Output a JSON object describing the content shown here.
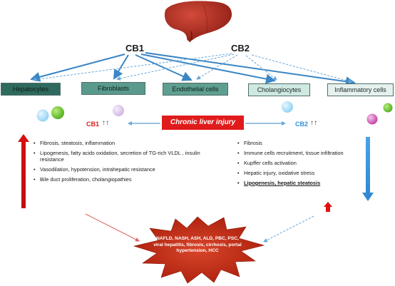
{
  "receptors": {
    "cb1": "CB1",
    "cb2": "CB2"
  },
  "cells": [
    "Hepatocytes",
    "Fibroblasts",
    "Endothelial cells",
    "Cholangiocytes",
    "Inflammatory cells"
  ],
  "injury": {
    "label": "Chronic liver injury",
    "cb1_label": "CB1",
    "cb2_label": "CB2",
    "arrows": "↑↑"
  },
  "cb1_effects": [
    "Fibrosis, steatosis, inflammation",
    "Lipogenesis, fatty acids oxidation, secretion of TG-rich VLDL , insulin resistance",
    "Vasodilation, hypotension, intrahepatic resistance",
    "Bile duct proliferation, cholangiopathies"
  ],
  "cb2_effects": [
    "Fibrosis",
    "Immune cells  recruitment, tissue infiltration",
    "Kupffer cells activation",
    "Hepatic injury, oxidative stress",
    "Lipogenesis, hepatic steatosis"
  ],
  "diseases": "NAFLD, NASH, ASH, ALD, PBC, PSC, viral hepatitis, fibrosis, cirrhosis, portal hypertension, HCC",
  "colors": {
    "liver": "#a8281c",
    "cb1_red": "#e01b1b",
    "cb2_blue": "#2f8fdc",
    "arrow_blue": "#3a86c6",
    "cell_dark": "#2f6a5e",
    "cell_mid": "#5a9a8c",
    "cell_light": "#cfe8e2",
    "cell_pale": "#e6f1ee",
    "cell_border": "#4f6f6a",
    "star": "#c32a12"
  }
}
